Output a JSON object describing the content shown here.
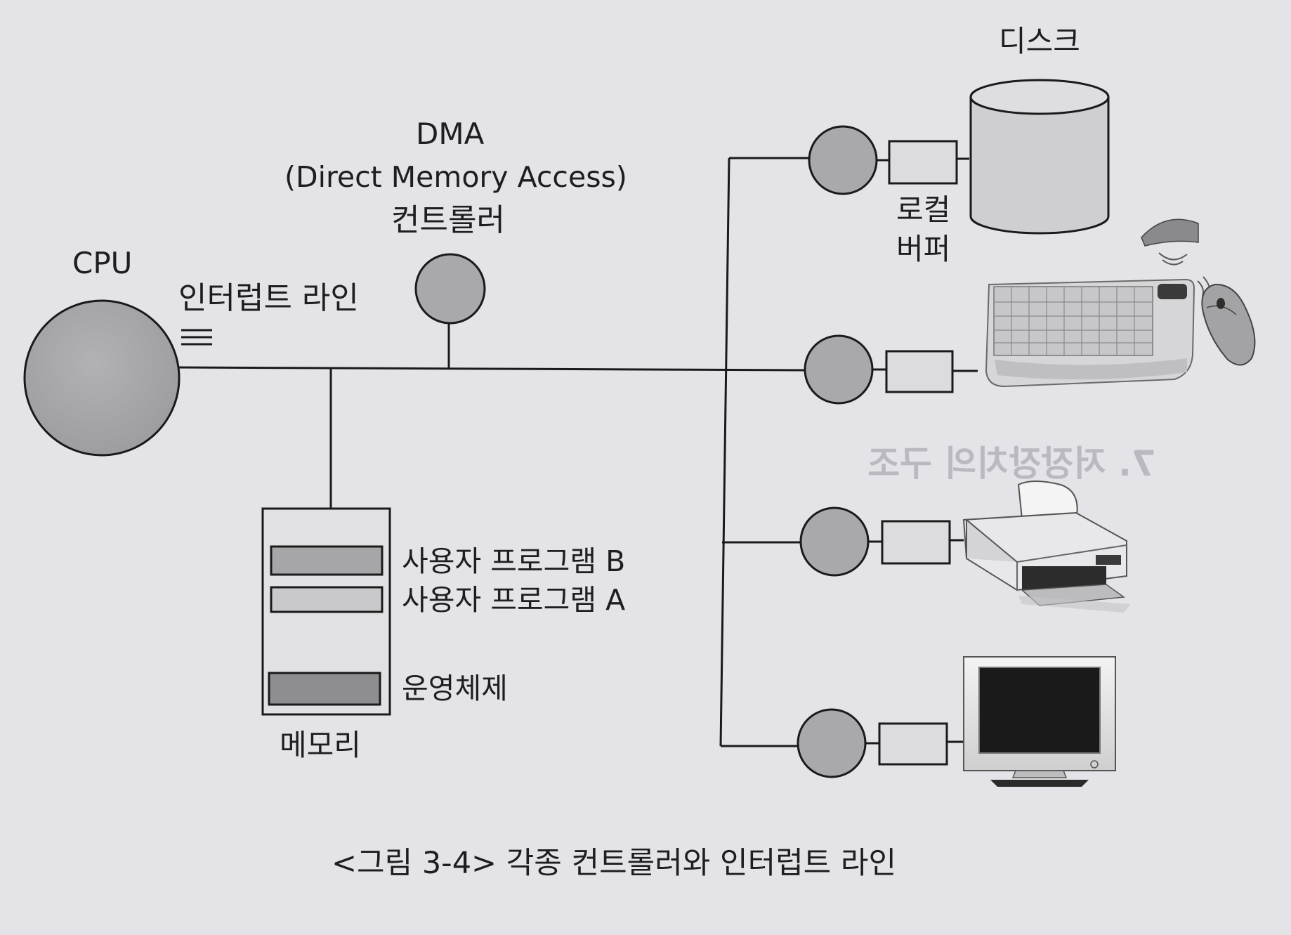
{
  "diagram": {
    "cpu": {
      "label": "CPU"
    },
    "interrupt_line": {
      "label": "인터럽트 라인"
    },
    "dma": {
      "title": "DMA",
      "subtitle": "(Direct Memory Access)",
      "suffix": "컨트롤러"
    },
    "memory": {
      "label": "메모리",
      "segments": [
        {
          "label": "사용자 프로그램 B"
        },
        {
          "label": "사용자 프로그램 A"
        },
        {
          "label": "운영체제"
        }
      ]
    },
    "disk": {
      "label": "디스크"
    },
    "local_buffer": {
      "label_line1": "로컬",
      "label_line2": "버퍼"
    },
    "caption": "<그림 3-4> 각종 컨트롤러와 인터럽트 라인"
  },
  "background_text": {
    "right_heading": "7. 저장장치의 구조"
  },
  "colors": {
    "page": "#e4e4e8",
    "line": "#1a1a1a",
    "node_fill": "#a9a9ab",
    "buffer_fill": "#dcdcdf",
    "ghost_text": "#b9b9bf"
  }
}
